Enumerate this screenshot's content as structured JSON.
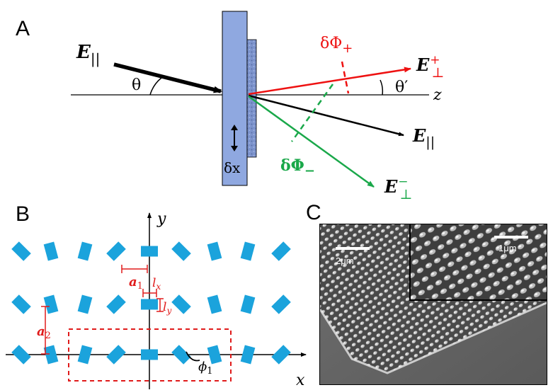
{
  "panels": {
    "a": "A",
    "b": "B",
    "c": "C"
  },
  "panel_a": {
    "e_incident": "E",
    "e_incident_sub": "||",
    "theta": "θ",
    "theta_prime": "θ′",
    "z_axis": "z",
    "dphi_plus": "δΦ",
    "dphi_plus_sign": "+",
    "dphi_minus": "δΦ",
    "dphi_minus_sign": "−",
    "e_perp_plus": "E",
    "e_perp_plus_sub": "⊥",
    "e_perp_plus_sup": "+",
    "e_par_out": "E",
    "e_par_out_sub": "||",
    "e_perp_minus": "E",
    "e_perp_minus_sub": "⊥",
    "e_perp_minus_sup": "−",
    "dx": "δx",
    "colors": {
      "plate": "#8fa8e0",
      "red": "#ee1111",
      "green": "#1aa84a",
      "black": "#000000"
    }
  },
  "panel_b": {
    "y_axis": "y",
    "x_axis": "x",
    "a1": "a",
    "a1_sub": "1",
    "a2": "a",
    "a2_sub": "2",
    "lx": "l",
    "lx_sub": "x",
    "ly": "l",
    "ly_sub": "y",
    "phi": "ϕ",
    "phi_sub": "1",
    "colors": {
      "rod": "#1ba3dc",
      "annot": "#e01b1b"
    }
  },
  "panel_c": {
    "scale_main": "2μm",
    "scale_inset": "1μm"
  }
}
